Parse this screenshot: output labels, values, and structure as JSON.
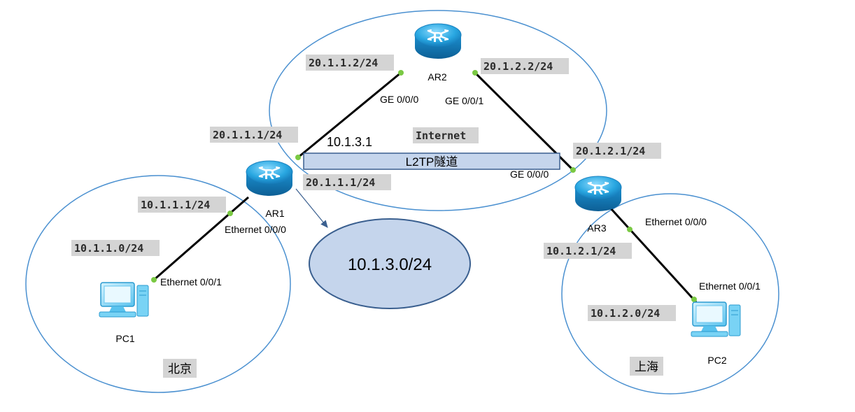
{
  "colors": {
    "zone_stroke": "#4a90d0",
    "tag_bg": "#d4d4d4",
    "link": "#000000",
    "port_dot": "#7ac943",
    "router_body": "#29a7e1",
    "tunnel_fill": "#c5d5ec",
    "tunnel_stroke": "#3a5f8f",
    "subnet_fill": "#c5d5ec",
    "subnet_stroke": "#3a5f8f",
    "pc_body": "#79d3f5"
  },
  "devices": {
    "ar1": "AR1",
    "ar2": "AR2",
    "ar3": "AR3",
    "pc1": "PC1",
    "pc2": "PC2"
  },
  "router_glyph": "R",
  "icons": {
    "router": "router-icon",
    "pc": "pc-icon"
  },
  "ports": {
    "ar2_ge000": "GE 0/0/0",
    "ar2_ge001": "GE 0/0/1",
    "ar3_ge000": "GE 0/0/0",
    "ar1_eth000": "Ethernet 0/0/0",
    "pc1_eth001": "Ethernet 0/0/1",
    "ar3_eth000": "Ethernet 0/0/0",
    "pc2_eth001": "Ethernet 0/0/1"
  },
  "addresses": {
    "ar2_left": "20.1.1.2/24",
    "ar2_right": "20.1.2.2/24",
    "ar1_wan": "20.1.1.1/24",
    "ar1_wan_tunnel": "20.1.1.1/24",
    "ar3_wan": "20.1.2.1/24",
    "ar1_lan": "10.1.1.1/24",
    "beijing_net": "10.1.1.0/24",
    "ar3_lan": "10.1.2.1/24",
    "shanghai_net": "10.1.2.0/24",
    "tunnel_ip": "10.1.3.1",
    "tunnel_pool": "10.1.3.0/24"
  },
  "labels": {
    "internet": "Internet",
    "tunnel": "L2TP隧道",
    "beijing": "北京",
    "shanghai": "上海"
  }
}
